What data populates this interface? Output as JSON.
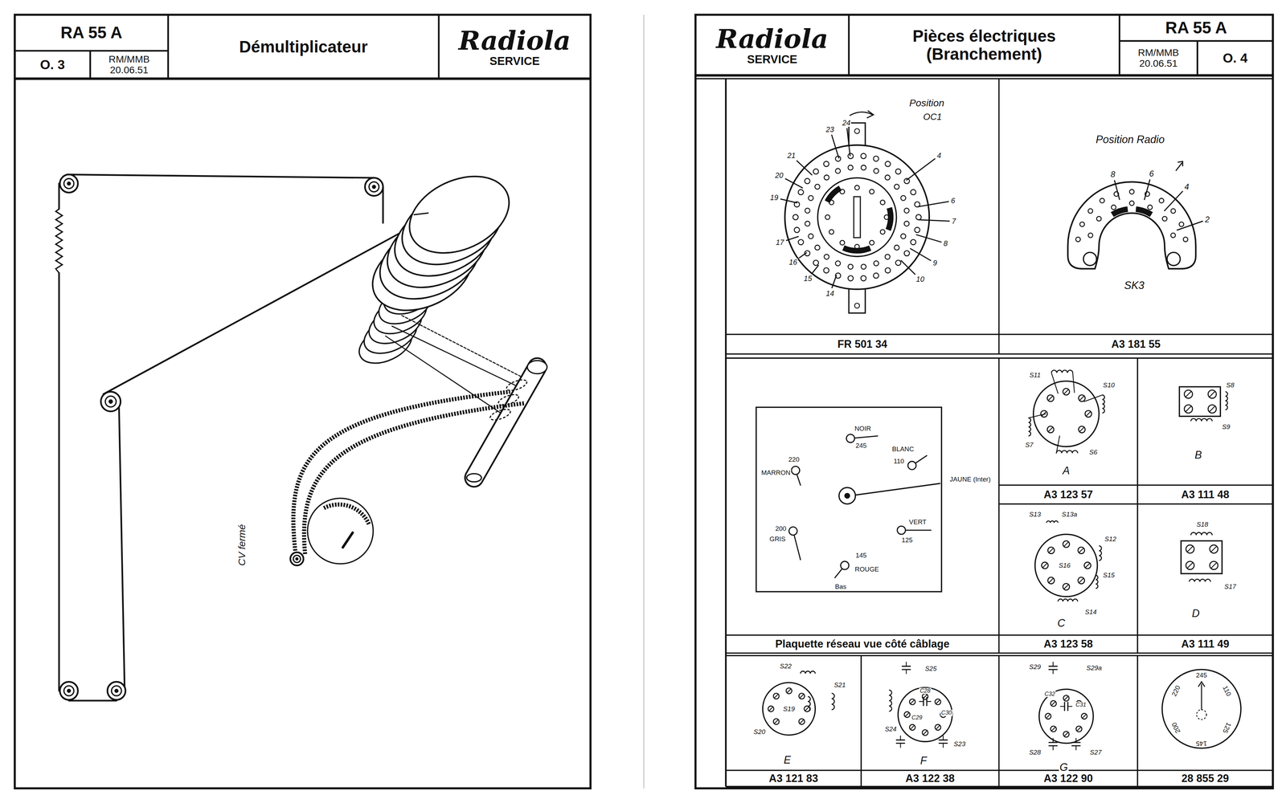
{
  "diagram": {
    "nodes": [
      {
        "text": [
          "RA 55 A"
        ]
      },
      {
        "text": [
          "O. 3"
        ]
      },
      {
        "text": [
          "RM/MMB 20.06.51"
        ]
      },
      {
        "text": [
          "Démultiplicateur"
        ]
      },
      {
        "text": [
          "Radiola",
          "SERVICE"
        ]
      },
      {
        "text": [
          "Radiola",
          "SERVICE"
        ]
      },
      {
        "text": [
          "Pièces électriques (Branchement)"
        ]
      },
      {
        "text": [
          "RA 55 A"
        ]
      },
      {
        "text": [
          "RM/MMB 20.06.51"
        ]
      },
      {
        "text": [
          "O. 4"
        ]
      },
      {
        "text": [
          "FR 501 34"
        ]
      },
      {
        "text": [
          "A3 181 55"
        ]
      },
      {
        "text": [
          "A3 123 57"
        ]
      },
      {
        "text": [
          "A3 111 48"
        ]
      },
      {
        "text": [
          "Plaquette réseau vue côté câblage"
        ]
      },
      {
        "text": [
          "A3 123 58"
        ]
      },
      {
        "text": [
          "A3 111 49"
        ]
      },
      {
        "text": [
          "A3 121 83"
        ]
      },
      {
        "text": [
          "A3 122 38"
        ]
      },
      {
        "text": [
          "A3 122 90"
        ]
      },
      {
        "text": [
          "28 855 29"
        ]
      }
    ],
    "labels": [
      "CV fermé",
      "Position",
      "OC1",
      "24",
      "23",
      "21",
      "20",
      "19",
      "17",
      "16",
      "15",
      "14",
      "10",
      "9",
      "8",
      "7",
      "6",
      "4",
      "Position Radio",
      "8",
      "6",
      "4",
      "2",
      "SK3",
      "NOIR",
      "245",
      "BLANC",
      "110",
      "220",
      "MARRON",
      "JAUNE (Inter)",
      "200",
      "GRIS",
      "VERT",
      "125",
      "145",
      "ROUGE",
      "Bas",
      "S11",
      "S10",
      "S7",
      "S6",
      "A",
      "S8",
      "S9",
      "B",
      "S13",
      "S13a",
      "S12",
      "S16",
      "S15",
      "S14",
      "C",
      "S18",
      "S17",
      "D",
      "S22",
      "S21",
      "S19",
      "S20",
      "E",
      "S25",
      "C28",
      "C30",
      "C29",
      "S24",
      "S23",
      "F",
      "S29",
      "S29a",
      "C32",
      "C31",
      "S28",
      "S27",
      "G",
      "245",
      "220",
      "110",
      "200",
      "125",
      "145"
    ]
  }
}
